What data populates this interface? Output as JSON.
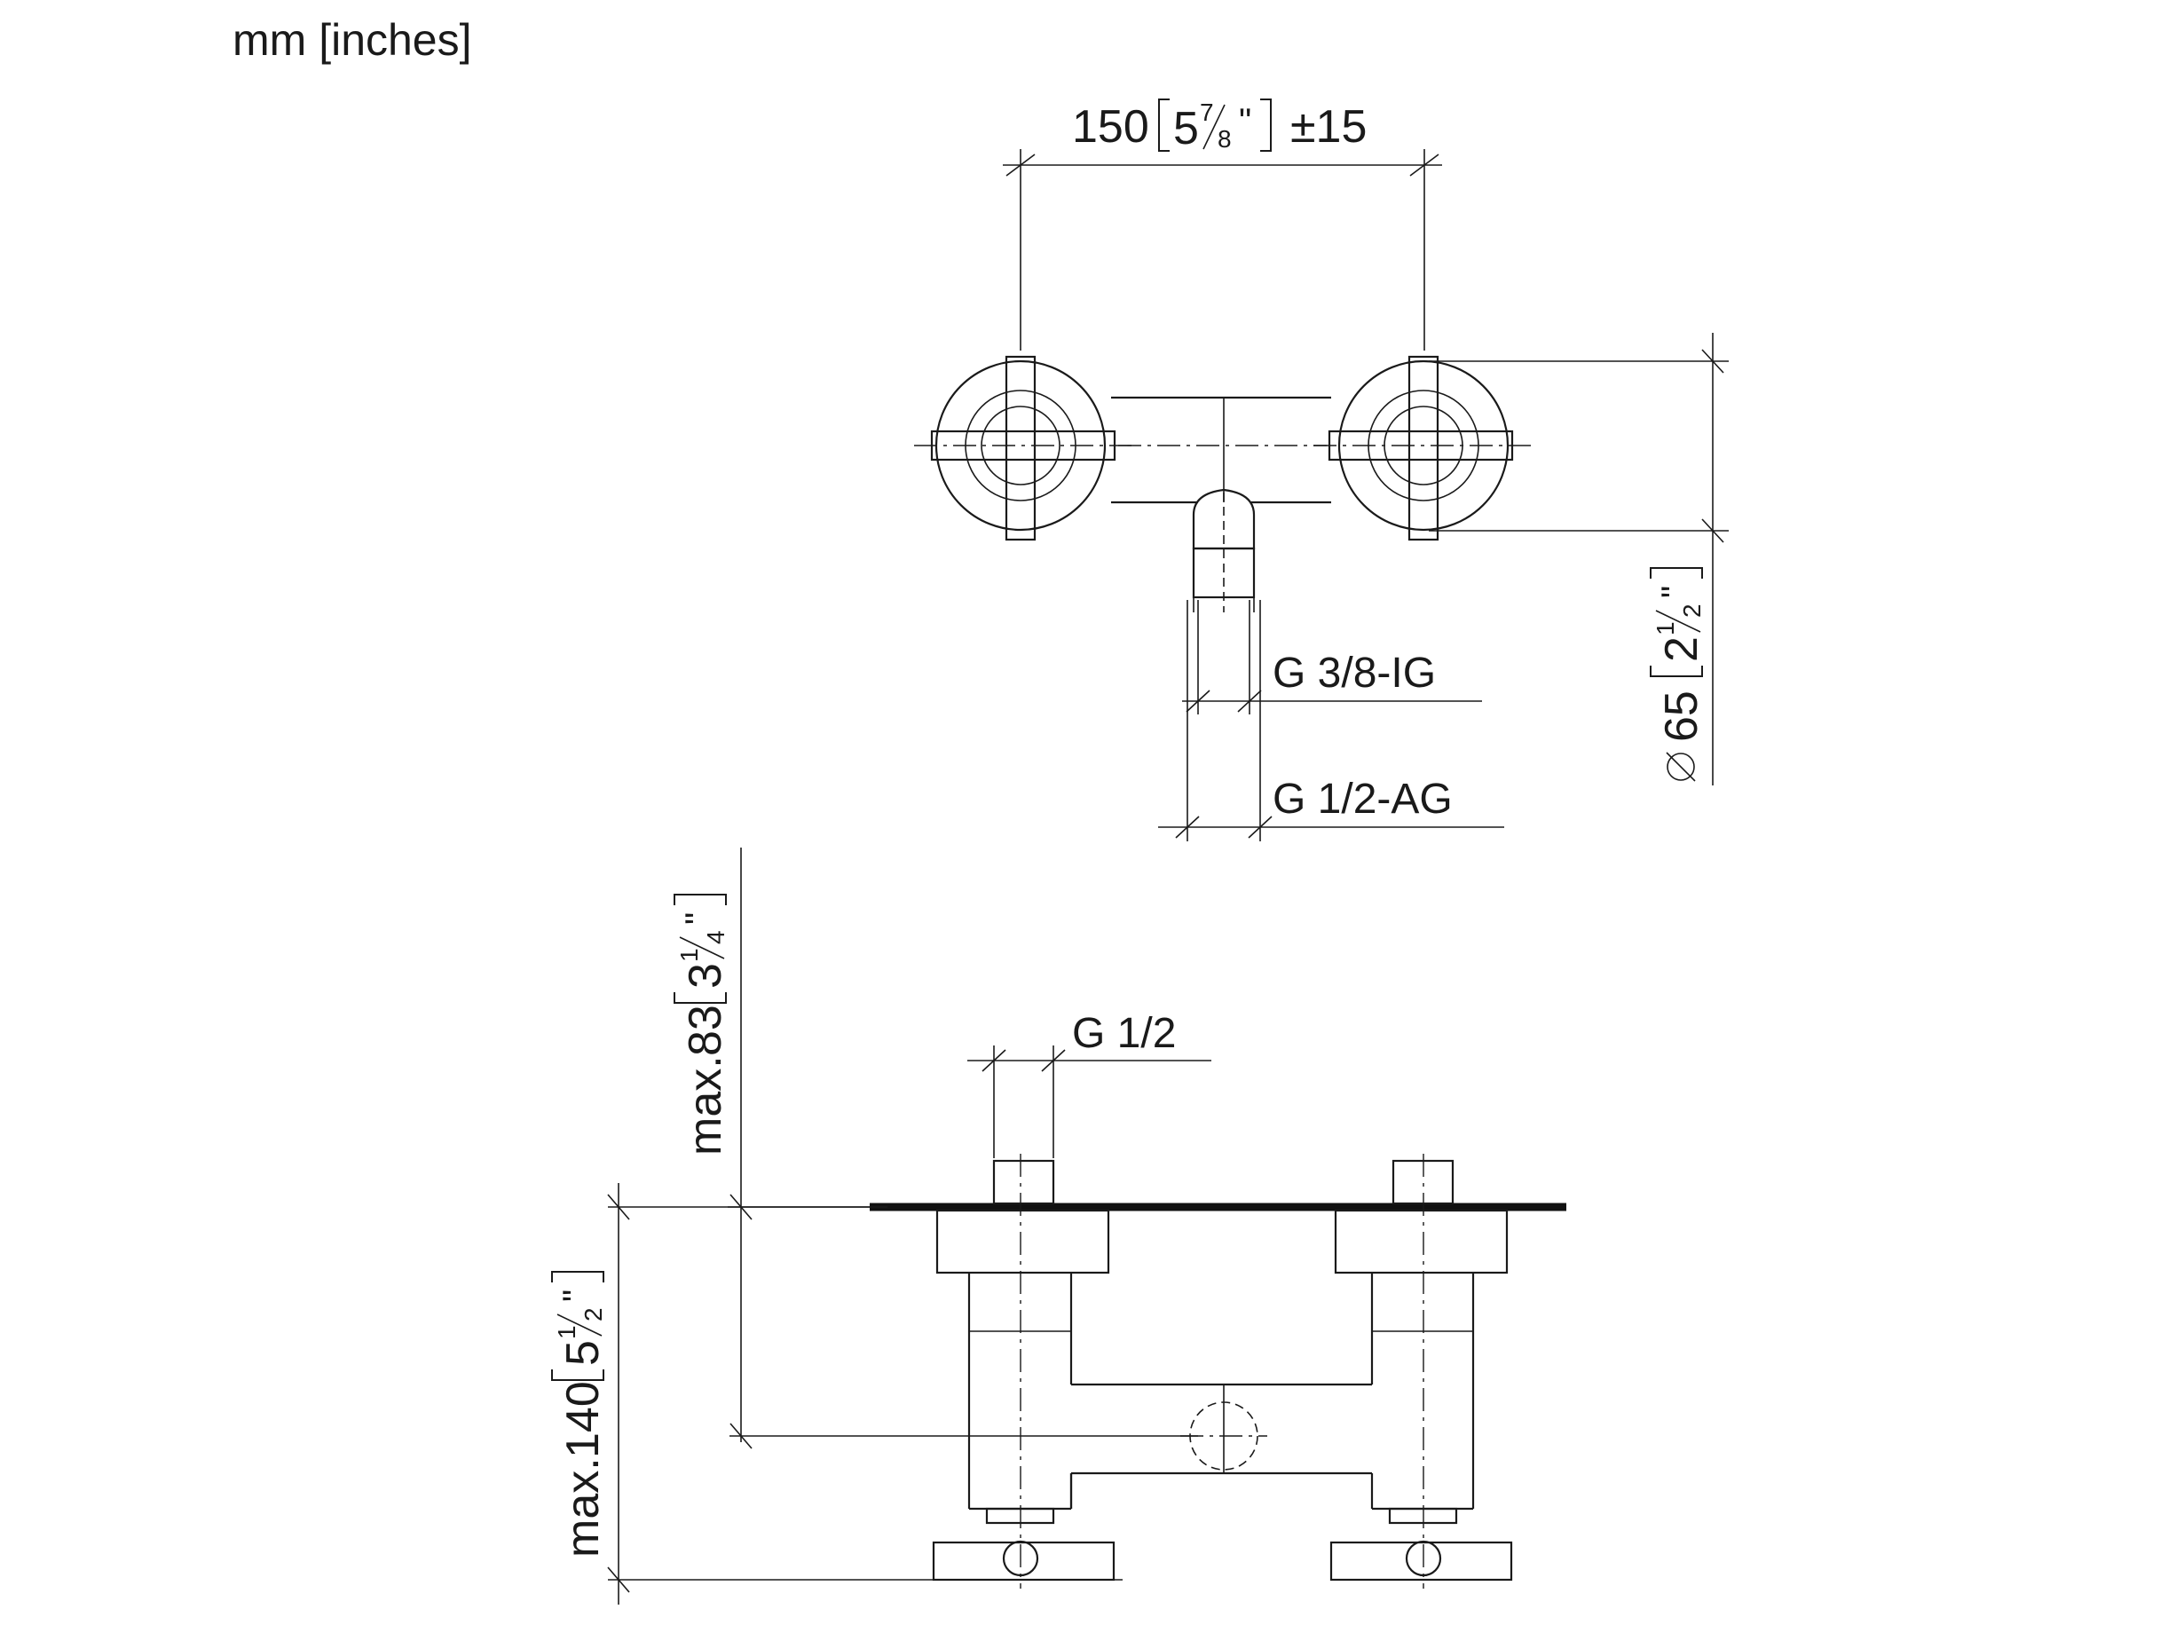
{
  "units_label": "mm [inches]",
  "top_view": {
    "width_dim": {
      "mm": "150",
      "in_whole": "5",
      "in_num": "7",
      "in_den": "8",
      "tolerance": "±15"
    },
    "thread_inner": "G 3/8-IG",
    "thread_outer": "G 1/2-AG",
    "diameter_dim": {
      "mm": "65",
      "in_whole": "2",
      "in_num": "1",
      "in_den": "2"
    }
  },
  "side_view": {
    "connection_thread": "G 1/2",
    "height_dim": {
      "prefix": "max.",
      "mm": "83",
      "in_whole": "3",
      "in_num": "1",
      "in_den": "4"
    },
    "depth_dim": {
      "prefix": "max.",
      "mm": "140",
      "in_whole": "5",
      "in_num": "1",
      "in_den": "2"
    }
  }
}
